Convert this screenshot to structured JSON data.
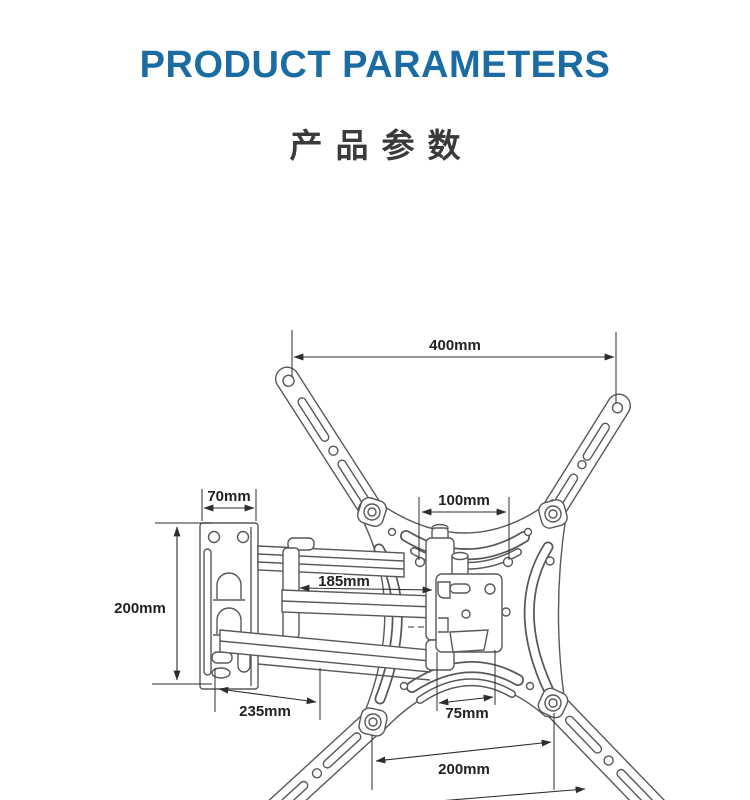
{
  "header": {
    "title": "PRODUCT PARAMETERS",
    "subtitle": "产品参数",
    "title_color": "#1a6ca3",
    "subtitle_color": "#3a3a3a"
  },
  "diagram": {
    "subject": "articulating-tv-wall-mount-bracket-dimension-drawing",
    "line_color": "#585858",
    "dimension_color": "#2d2d2d",
    "dimensions": {
      "plate_top_span": "400mm",
      "wall_plate_width": "70mm",
      "vesa_upper_spacing": "100mm",
      "arm_extension": "185mm",
      "wall_plate_height": "200mm",
      "arm_folded_length": "235mm",
      "vesa_lower_spacing": "75mm",
      "plate_bottom_spacing": "200mm"
    }
  }
}
